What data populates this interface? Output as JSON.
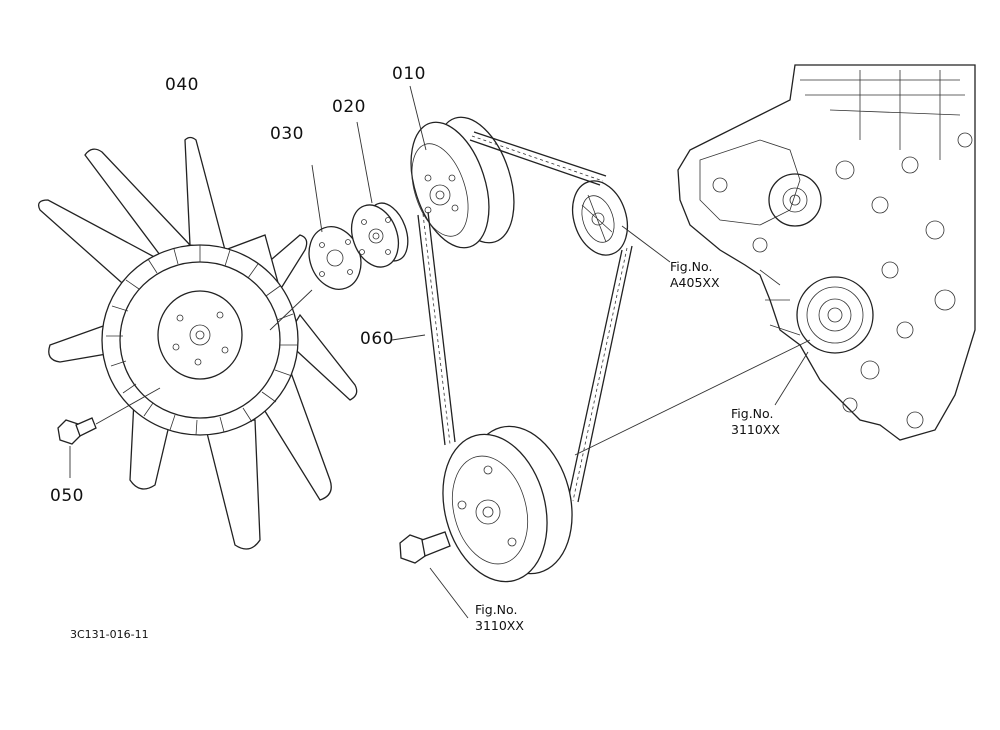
{
  "diagram": {
    "parts": [
      {
        "id": "010"
      },
      {
        "id": "020"
      },
      {
        "id": "030"
      },
      {
        "id": "040"
      },
      {
        "id": "050"
      },
      {
        "id": "060"
      }
    ],
    "references": [
      {
        "label": "Fig.No.",
        "number": "A405XX"
      },
      {
        "label": "Fig.No.",
        "number": "3110XX"
      },
      {
        "label": "Fig.No.",
        "number": "3110XX"
      }
    ],
    "drawing_code": "3C131-016-11"
  }
}
